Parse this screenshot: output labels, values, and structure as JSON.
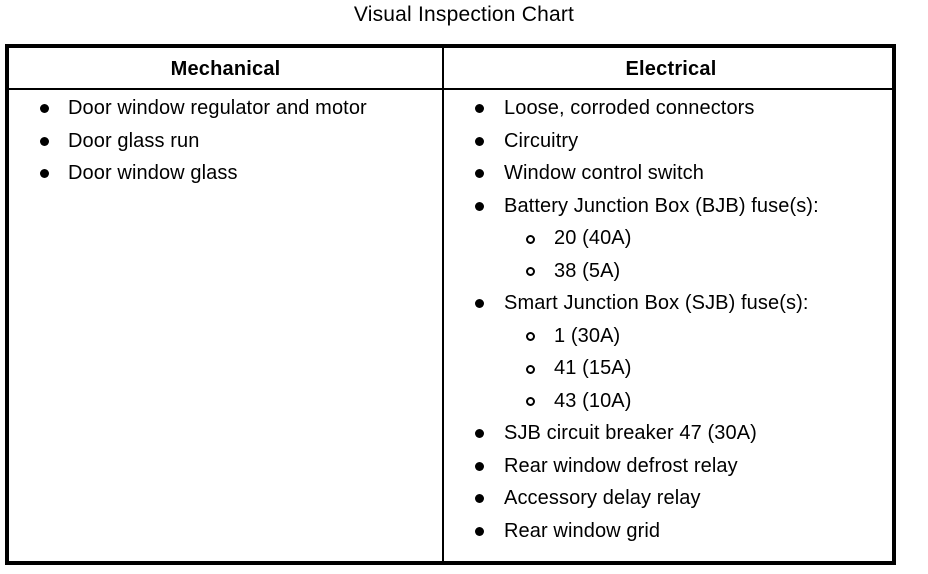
{
  "title": "Visual Inspection Chart",
  "table": {
    "columns": [
      {
        "header": "Mechanical",
        "items": [
          {
            "level": 0,
            "marker": "solid-bullet",
            "text": "Door window regulator and motor"
          },
          {
            "level": 0,
            "marker": "solid-bullet",
            "text": "Door glass run"
          },
          {
            "level": 0,
            "marker": "solid-bullet",
            "text": "Door window glass"
          }
        ]
      },
      {
        "header": "Electrical",
        "items": [
          {
            "level": 0,
            "marker": "solid-bullet",
            "text": "Loose, corroded connectors"
          },
          {
            "level": 0,
            "marker": "solid-bullet",
            "text": "Circuitry"
          },
          {
            "level": 0,
            "marker": "solid-bullet",
            "text": "Window control switch"
          },
          {
            "level": 0,
            "marker": "solid-bullet",
            "text": "Battery Junction Box (BJB) fuse(s):"
          },
          {
            "level": 1,
            "marker": "hollow-bullet",
            "text": "20 (40A)"
          },
          {
            "level": 1,
            "marker": "hollow-bullet",
            "text": "38 (5A)"
          },
          {
            "level": 0,
            "marker": "solid-bullet",
            "text": "Smart Junction Box (SJB) fuse(s):"
          },
          {
            "level": 1,
            "marker": "hollow-bullet",
            "text": "1 (30A)"
          },
          {
            "level": 1,
            "marker": "hollow-bullet",
            "text": "41 (15A)"
          },
          {
            "level": 1,
            "marker": "hollow-bullet",
            "text": "43 (10A)"
          },
          {
            "level": 0,
            "marker": "solid-bullet",
            "text": "SJB circuit breaker 47 (30A)"
          },
          {
            "level": 0,
            "marker": "solid-bullet",
            "text": "Rear window defrost relay"
          },
          {
            "level": 0,
            "marker": "solid-bullet",
            "text": "Accessory delay relay"
          },
          {
            "level": 0,
            "marker": "solid-bullet",
            "text": "Rear window grid"
          }
        ]
      }
    ]
  },
  "colors": {
    "text": "#000000",
    "border": "#000000",
    "background": "#ffffff"
  }
}
